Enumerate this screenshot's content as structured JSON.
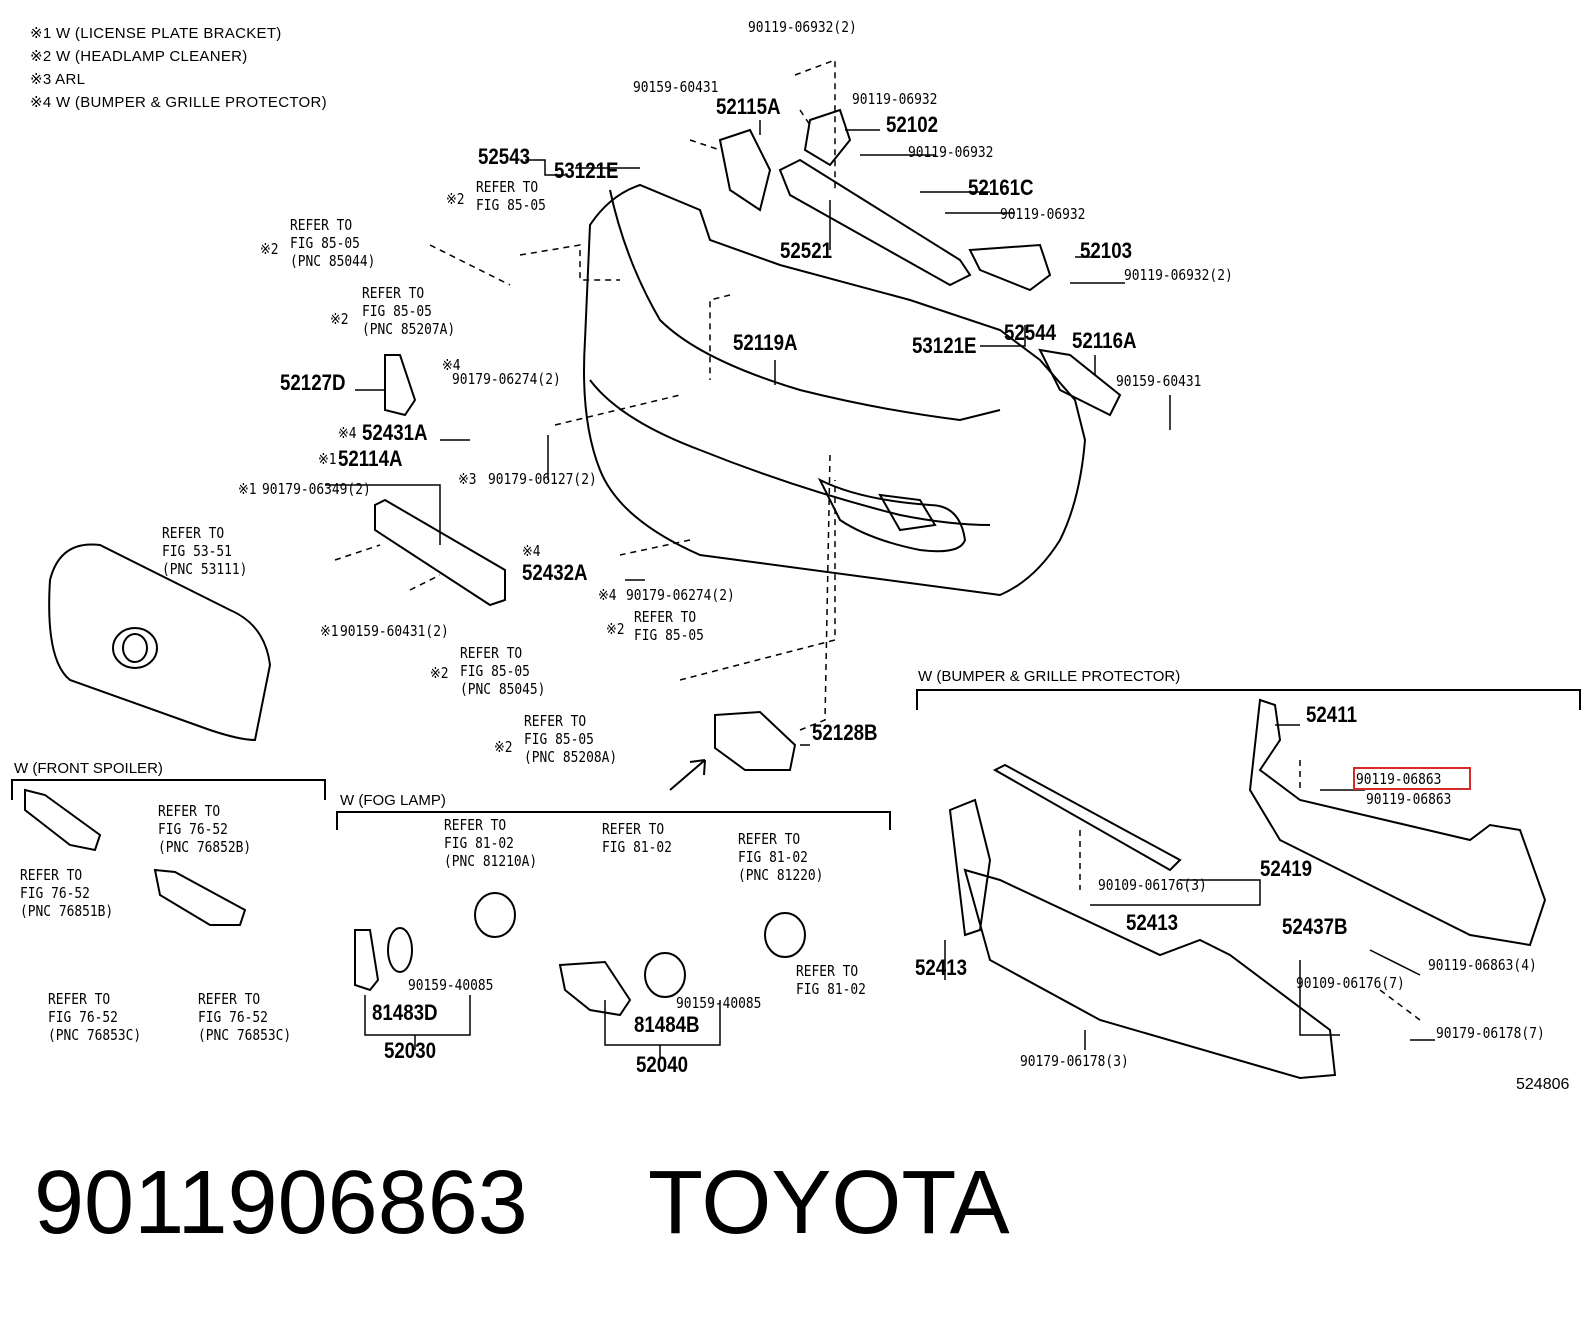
{
  "notes": [
    "※1 W (LICENSE PLATE BRACKET)",
    "※2 W (HEADLAMP CLEANER)",
    "※3 ARL",
    "※4 W (BUMPER & GRILLE PROTECTOR)"
  ],
  "sections": {
    "front_spoiler": "W (FRONT SPOILER)",
    "fog_lamp": "W (FOG LAMP)",
    "protector": "W (BUMPER & GRILLE PROTECTOR)"
  },
  "labels": {
    "p_90119_06932_2_top": "90119-06932(2)",
    "p_90159_60431_top": "90159-60431",
    "p_52115A": "52115A",
    "p_90119_06932_a": "90119-06932",
    "p_52102": "52102",
    "p_52543": "52543",
    "p_53121E_top": "53121E",
    "p_90119_06932_b": "90119-06932",
    "p_52161C": "52161C",
    "p_90119_06932_c": "90119-06932",
    "p_52521": "52521",
    "p_52103": "52103",
    "p_90119_06932_2_r": "90119-06932(2)",
    "p_52119A": "52119A",
    "p_53121E_mid": "53121E",
    "p_52544": "52544",
    "p_52116A": "52116A",
    "p_90159_60431_r": "90159-60431",
    "p_52127D": "52127D",
    "p_90179_06274_2_top": "90179-06274(2)",
    "p_52431A": "52431A",
    "p_52114A": "52114A",
    "p_90179_06127_2": "90179-06127(2)",
    "p_90179_06349_2": "90179-06349(2)",
    "p_52432A": "52432A",
    "p_90179_06274_2_b": "90179-06274(2)",
    "p_90159_60431_2": "90159-60431(2)",
    "p_52128B": "52128B",
    "p_52411": "52411",
    "p_90119_06863_hl": "90119-06863",
    "p_90119_06863": "90119-06863",
    "p_52419": "52419",
    "p_90109_06176_3": "90109-06176(3)",
    "p_52413_a": "52413",
    "p_52413_b": "52413",
    "p_52437B": "52437B",
    "p_90119_06863_4": "90119-06863(4)",
    "p_90109_06176_7": "90109-06176(7)",
    "p_90179_06178_7": "90179-06178(7)",
    "p_90179_06178_3": "90179-06178(3)",
    "p_90159_40085_a": "90159-40085",
    "p_81483D": "81483D",
    "p_52030": "52030",
    "p_90159_40085_b": "90159-40085",
    "p_81484B": "81484B",
    "p_52040": "52040"
  },
  "marks": {
    "m2": "※2",
    "m4": "※4",
    "m1": "※1",
    "m3": "※3"
  },
  "refs": {
    "r1": [
      "REFER TO",
      "FIG 85-05"
    ],
    "r2": [
      "REFER TO",
      "FIG 85-05",
      "(PNC 85044)"
    ],
    "r3": [
      "REFER TO",
      "FIG 85-05",
      "(PNC 85207A)"
    ],
    "r4": [
      "REFER TO",
      "FIG 53-51",
      "(PNC 53111)"
    ],
    "r5": [
      "REFER TO",
      "FIG 85-05"
    ],
    "r6": [
      "REFER TO",
      "FIG 85-05",
      "(PNC 85045)"
    ],
    "r7": [
      "REFER TO",
      "FIG 85-05",
      "(PNC 85208A)"
    ],
    "r8": [
      "REFER TO",
      "FIG 76-52",
      "(PNC 76852B)"
    ],
    "r9": [
      "REFER TO",
      "FIG 76-52",
      "(PNC 76851B)"
    ],
    "r10": [
      "REFER TO",
      "FIG 76-52",
      "(PNC 76853C)"
    ],
    "r11": [
      "REFER TO",
      "FIG 76-52",
      "(PNC 76853C)"
    ],
    "r12": [
      "REFER TO",
      "FIG 81-02",
      "(PNC 81210A)"
    ],
    "r13": [
      "REFER TO",
      "FIG 81-02"
    ],
    "r14": [
      "REFER TO",
      "FIG 81-02",
      "(PNC 81220)"
    ],
    "r15": [
      "REFER TO",
      "FIG 81-02"
    ]
  },
  "figure_code": "524806",
  "part_number": "9011906863",
  "brand": "TOYOTA",
  "highlight_color": "#d52b2b"
}
